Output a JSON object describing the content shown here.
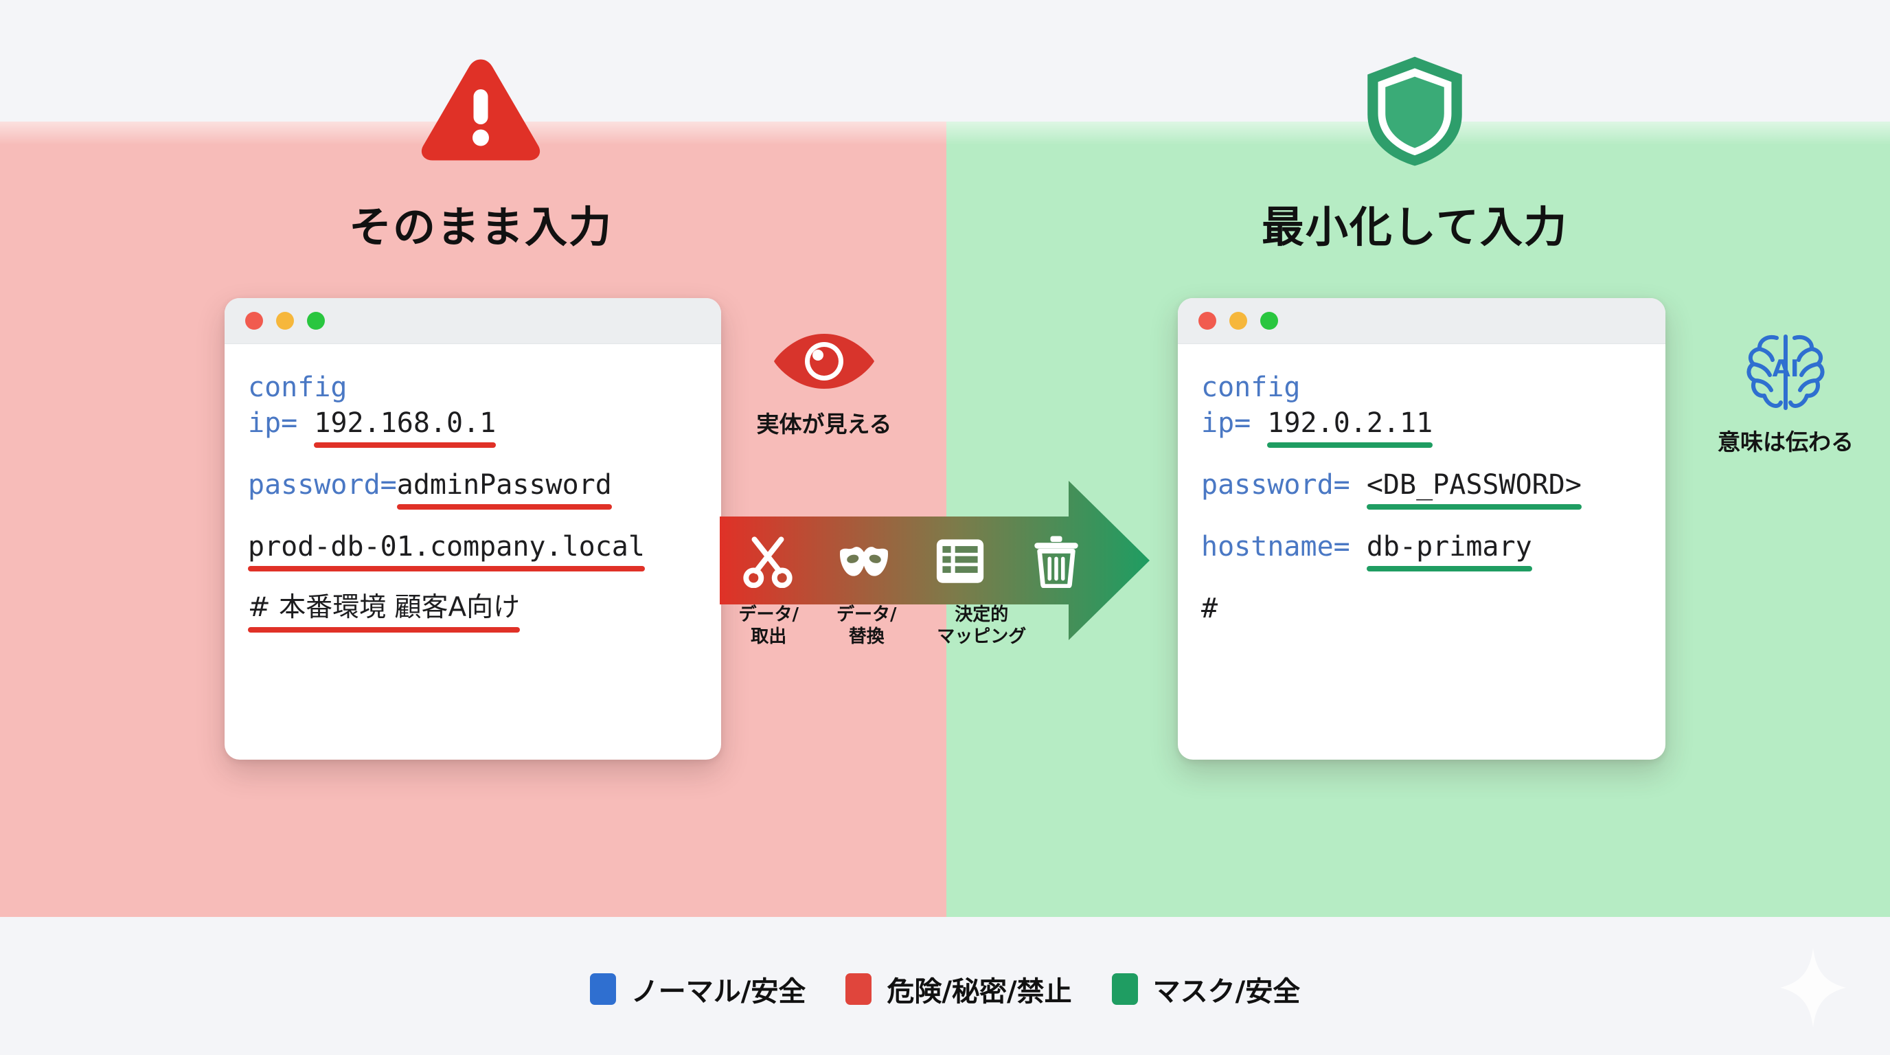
{
  "palette": {
    "danger_bg": "#f7bcb9",
    "safe_bg": "#b6ecc4",
    "page_bg": "#f4f5f8",
    "red_accent": "#e03127",
    "green_accent": "#1f9d62",
    "blue_accent": "#2f6fd0",
    "code_key_blue": "#4a78c4",
    "code_value": "#1d1d1f"
  },
  "left_panel": {
    "icon": "warning-triangle-icon",
    "title": "そのまま入力",
    "window": {
      "dots": [
        "close-dot",
        "minimize-dot",
        "zoom-dot"
      ],
      "lines": [
        {
          "key": "config",
          "op": "",
          "value": "",
          "underline": "none"
        },
        {
          "key": "ip",
          "op": "=",
          "value": "192.168.0.1",
          "underline": "red"
        },
        {
          "key": "",
          "op": "",
          "value": "password= adminPassword",
          "underline": "red"
        },
        {
          "key": "",
          "op": "",
          "value": "prod-db-01.company.local",
          "underline": "red"
        },
        {
          "key": "",
          "op": "",
          "value": "# 本番環境 顧客A向け",
          "underline": "red"
        }
      ],
      "password_key": "password",
      "password_op": "=",
      "password_value": "adminPassword",
      "hostline_value": "prod-db-01.company.local",
      "comment_value": "# 本番環境 顧客A向け"
    }
  },
  "right_panel": {
    "icon": "shield-icon",
    "title": "最小化して入力",
    "window": {
      "dots": [
        "close-dot",
        "minimize-dot",
        "zoom-dot"
      ],
      "config_key": "config",
      "ip_key": "ip",
      "ip_op": "=",
      "ip_value": "192.0.2.11",
      "password_key": "password",
      "password_op": "=",
      "password_value": "<DB_PASSWORD>",
      "hostname_key": "hostname",
      "hostname_op": "=",
      "hostname_value": "db-primary",
      "comment_value": "#"
    }
  },
  "center": {
    "eye": {
      "icon": "eye-icon",
      "label": "実体が見える"
    },
    "brain": {
      "icon": "ai-brain-icon",
      "label": "意味は伝わる"
    },
    "arrow": {
      "from_color": "#e03127",
      "to_color": "#1f9d62",
      "icons": [
        "scissors-icon",
        "mask-icon",
        "table-list-icon",
        "trash-icon"
      ]
    },
    "steps": [
      {
        "line1": "データ/",
        "line2": "取出"
      },
      {
        "line1": "データ/",
        "line2": "替換"
      },
      {
        "line1": "決定的",
        "line2": "マッピング"
      },
      {
        "line1": "",
        "line2": ""
      }
    ]
  },
  "legend": [
    {
      "color": "#2f6fd0",
      "label": "ノーマル/安全"
    },
    {
      "color": "#e0453c",
      "label": "危険/秘密/禁止"
    },
    {
      "color": "#1f9d62",
      "label": "マスク/安全"
    }
  ],
  "decoration": {
    "sparkle": "sparkle-icon"
  }
}
